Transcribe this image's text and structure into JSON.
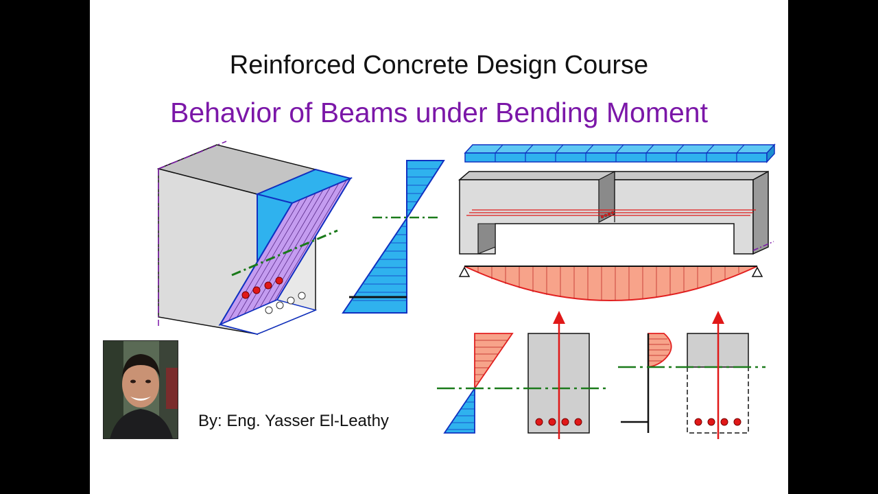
{
  "slide": {
    "title": "Reinforced Concrete Design Course",
    "subtitle": "Behavior of Beams under Bending Moment",
    "author": "By: Eng. Yasser El-Leathy"
  },
  "colors": {
    "title": "#111111",
    "subtitle": "#7b17a8",
    "compression_fill": "#2fb2ee",
    "compression_stroke": "#1030c0",
    "tension_fill": "#f7a38a",
    "tension_stroke": "#e22020",
    "concrete_fill": "#d9d9d9",
    "neutral_axis": "#1a7a1a",
    "stress_plane": "#c49cf0",
    "rebar": "#e01818"
  }
}
